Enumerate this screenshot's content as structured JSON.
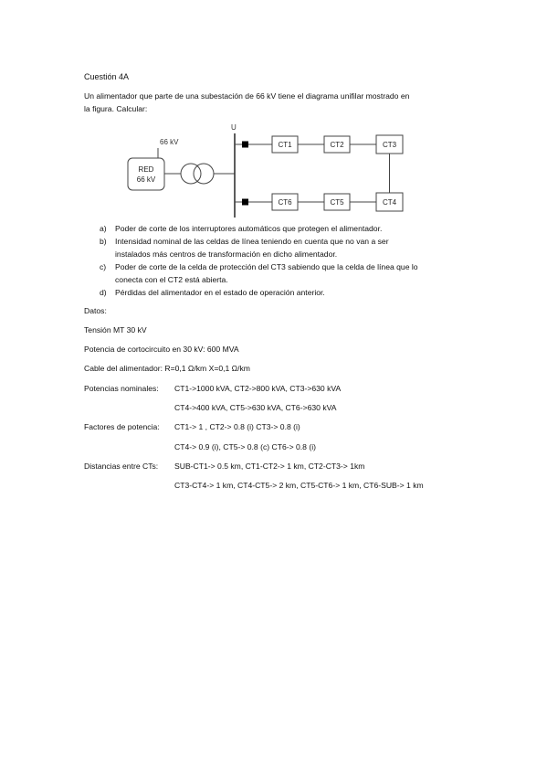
{
  "doc": {
    "title": "Cuestión 4A",
    "intro_line1": "Un alimentador que parte de una subestación de 66 kV tiene el diagrama unifilar mostrado en",
    "intro_line2": "la figura. Calcular:"
  },
  "diagram": {
    "bus_label": "U",
    "voltage_label": "66 kV",
    "red_line1": "RED",
    "red_line2": "66 kV",
    "ct_top": [
      "CT1",
      "CT2",
      "CT3"
    ],
    "ct_bottom": [
      "CT6",
      "CT5",
      "CT4"
    ]
  },
  "questions": [
    {
      "letter": "a)",
      "lines": [
        "Poder de corte de los interruptores automáticos que protegen el alimentador."
      ]
    },
    {
      "letter": "b)",
      "lines": [
        "Intensidad nominal de las celdas de línea teniendo en cuenta que no van a ser",
        "instalados más centros de transformación en dicho alimentador."
      ]
    },
    {
      "letter": "c)",
      "lines": [
        "Poder de corte de la celda de protección del CT3 sabiendo que la celda de línea que lo",
        "conecta con el CT2 está abierta."
      ]
    },
    {
      "letter": "d)",
      "lines": [
        "Pérdidas del alimentador en el estado de operación anterior."
      ]
    }
  ],
  "datos": {
    "heading": "Datos:",
    "tension": "Tensión MT 30 kV",
    "potencia_cc": "Potencia de cortocircuito en 30 kV: 600 MVA",
    "cable": "Cable del alimentador: R=0,1 Ω/km X=0,1 Ω/km",
    "potencias_label": "Potencias nominales:",
    "potencias_1": "CT1->1000 kVA, CT2->800 kVA, CT3->630  kVA",
    "potencias_2": "CT4->400 kVA, CT5->630 kVA, CT6->630 kVA",
    "factores_label": "Factores de potencia:",
    "factores_1": "CT1-> 1 , CT2-> 0.8 (i)  CT3-> 0.8 (i)",
    "factores_2": "CT4-> 0.9 (i), CT5-> 0.8 (c) CT6-> 0.8 (i)",
    "distancias_label": "Distancias entre CTs:",
    "distancias_1": "SUB-CT1-> 0.5 km, CT1-CT2-> 1 km, CT2-CT3-> 1km",
    "distancias_2": "CT3-CT4-> 1 km, CT4-CT5-> 2 km, CT5-CT6-> 1 km, CT6-SUB-> 1 km"
  }
}
